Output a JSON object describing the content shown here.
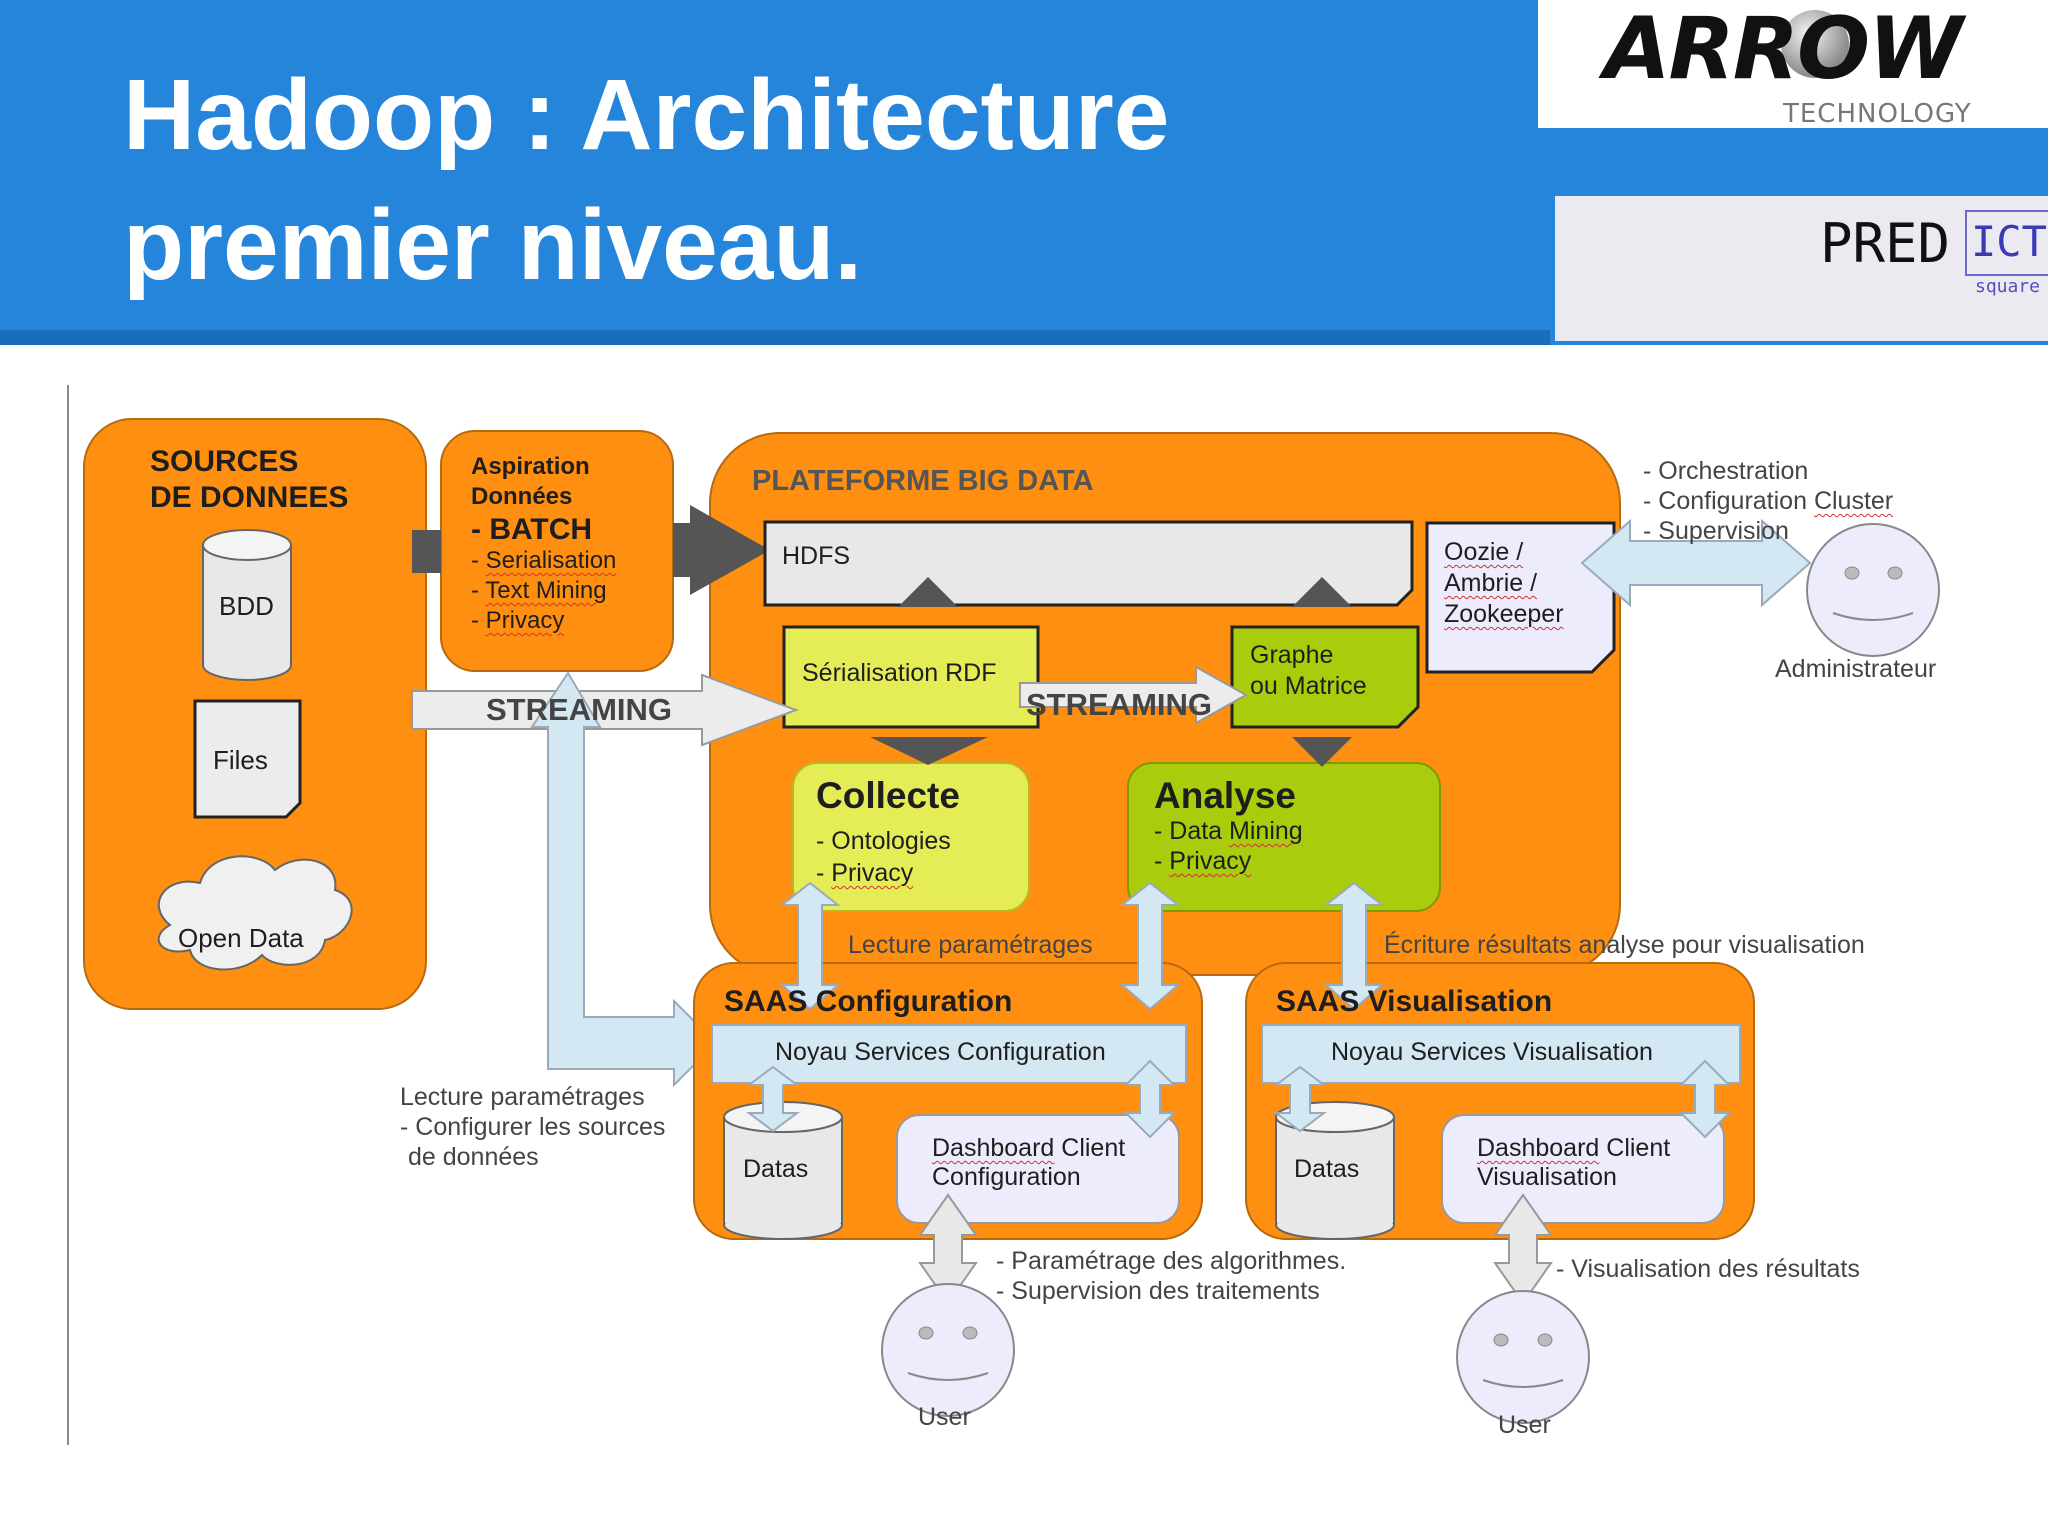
{
  "slide": {
    "title_line1": "Hadoop : Architecture",
    "title_line2": "premier niveau.",
    "logo_arrow": "ARROW",
    "logo_arrow_sub": "TECHNOLOGY",
    "logo_predict_a": "PRED",
    "logo_predict_b": "ICT",
    "logo_predict_sub": "square"
  },
  "colors": {
    "header_blue": "#2585db",
    "orange": "#ff8f10",
    "lime": "#e5ed56",
    "green": "#a9cc0c",
    "light_blue": "#d4e8f4",
    "lavender": "#ececfc",
    "grey": "#e8e8e8"
  },
  "sources": {
    "title_line1": "SOURCES",
    "title_line2": "DE DONNEES",
    "bdd": "BDD",
    "files": "Files",
    "open_data": "Open Data"
  },
  "aspiration": {
    "line1": "Aspiration",
    "line2": "Données",
    "batch": "- BATCH",
    "item1_prefix": "- ",
    "item1": "Serialisation",
    "item2_prefix": "- ",
    "item2": "Text Mining",
    "item3_prefix": "- ",
    "item3": "Privacy"
  },
  "platform": {
    "title": "PLATEFORME BIG DATA",
    "hdfs": "HDFS",
    "oozie_line1": "Oozie /",
    "oozie_line2": "Ambrie /",
    "oozie_line3": "Zookeeper",
    "rdf": "Sérialisation RDF",
    "graphe_line1": "Graphe",
    "graphe_line2": "ou Matrice",
    "streaming_main": "STREAMING",
    "streaming_inner": "STREAMING",
    "collecte_title": "Collecte",
    "collecte_item1": "- Ontologies",
    "collecte_item2_prefix": "- ",
    "collecte_item2": "Privacy",
    "analyse_title": "Analyse",
    "analyse_item1_prefix": "- Data ",
    "analyse_item1": "Mining",
    "analyse_item2_prefix": "- ",
    "analyse_item2": "Privacy"
  },
  "admin": {
    "note1": "- Orchestration",
    "note2_prefix": "- Configuration ",
    "note2": "Cluster",
    "note3": "- Supervision",
    "label": "Administrateur"
  },
  "links": {
    "lecture_parametrages": "Lecture paramétrages",
    "ecriture_resultats": "Écriture résultats analyse pour visualisation",
    "left_note1": "Lecture paramétrages",
    "left_note2": "- Configurer les sources",
    "left_note3": "de données"
  },
  "saas_config": {
    "title": "SAAS Configuration",
    "noyau": "Noyau Services Configuration",
    "datas": "Datas",
    "dashboard_line1_a": "Dashboard",
    "dashboard_line1_b": " Client",
    "dashboard_line2": "Configuration",
    "note1": "- Paramétrage des algorithmes.",
    "note2": "- Supervision des traitements",
    "user": "User"
  },
  "saas_visu": {
    "title": "SAAS Visualisation",
    "noyau": "Noyau Services Visualisation",
    "datas": "Datas",
    "dashboard_line1_a": "Dashboard",
    "dashboard_line1_b": " Client",
    "dashboard_line2": "Visualisation",
    "note1": "- Visualisation des résultats",
    "user": "User"
  }
}
